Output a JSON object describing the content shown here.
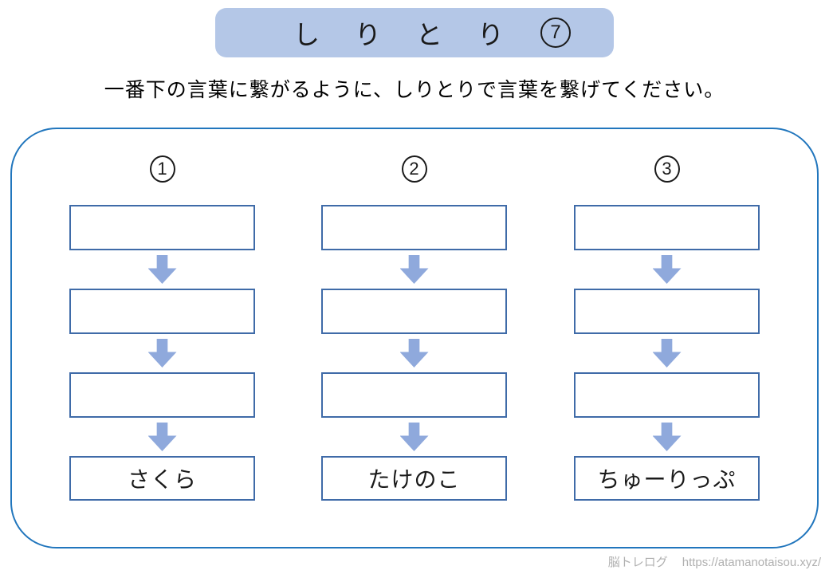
{
  "banner": {
    "title": "しりとり",
    "number": "7",
    "bg_color": "#b4c7e7"
  },
  "instruction": "一番下の言葉に繋がるように、しりとりで言葉を繋げてください。",
  "worksheet": {
    "columns": [
      {
        "number": "1",
        "empty_box_count": 3,
        "goal_word": "さくら"
      },
      {
        "number": "2",
        "empty_box_count": 3,
        "goal_word": "たけのこ"
      },
      {
        "number": "3",
        "empty_box_count": 3,
        "goal_word": "ちゅーりっぷ"
      }
    ]
  },
  "footer": {
    "site_name": "脳トレログ",
    "url": "https://atamanotaisou.xyz/"
  },
  "colors": {
    "banner_fill": "#b4c7e7",
    "panel_border": "#2176bd",
    "box_border": "#3f6ba8",
    "arrow_fill": "#8fa9dc",
    "footer_text": "#b0b0b0"
  }
}
